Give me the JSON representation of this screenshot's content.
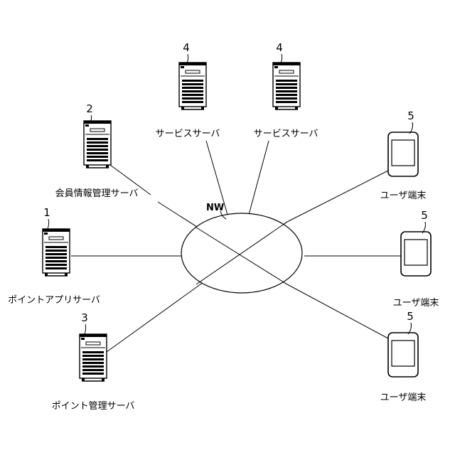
{
  "network": {
    "label": "NW"
  },
  "nodes": {
    "point_app_server": {
      "number": "1",
      "label": "ポイントアプリサーバ"
    },
    "member_server": {
      "number": "2",
      "label": "会員情報管理サーバ"
    },
    "point_mgmt_server": {
      "number": "3",
      "label": "ポイント管理サーバ"
    },
    "service_server_1": {
      "number": "4",
      "label": "サービスサーバ"
    },
    "service_server_2": {
      "number": "4",
      "label": "サービスサーバ"
    },
    "user_terminal_1": {
      "number": "5",
      "label": "ユーザ端末"
    },
    "user_terminal_2": {
      "number": "5",
      "label": "ユーザ端末"
    },
    "user_terminal_3": {
      "number": "5",
      "label": "ユーザ端末"
    }
  }
}
